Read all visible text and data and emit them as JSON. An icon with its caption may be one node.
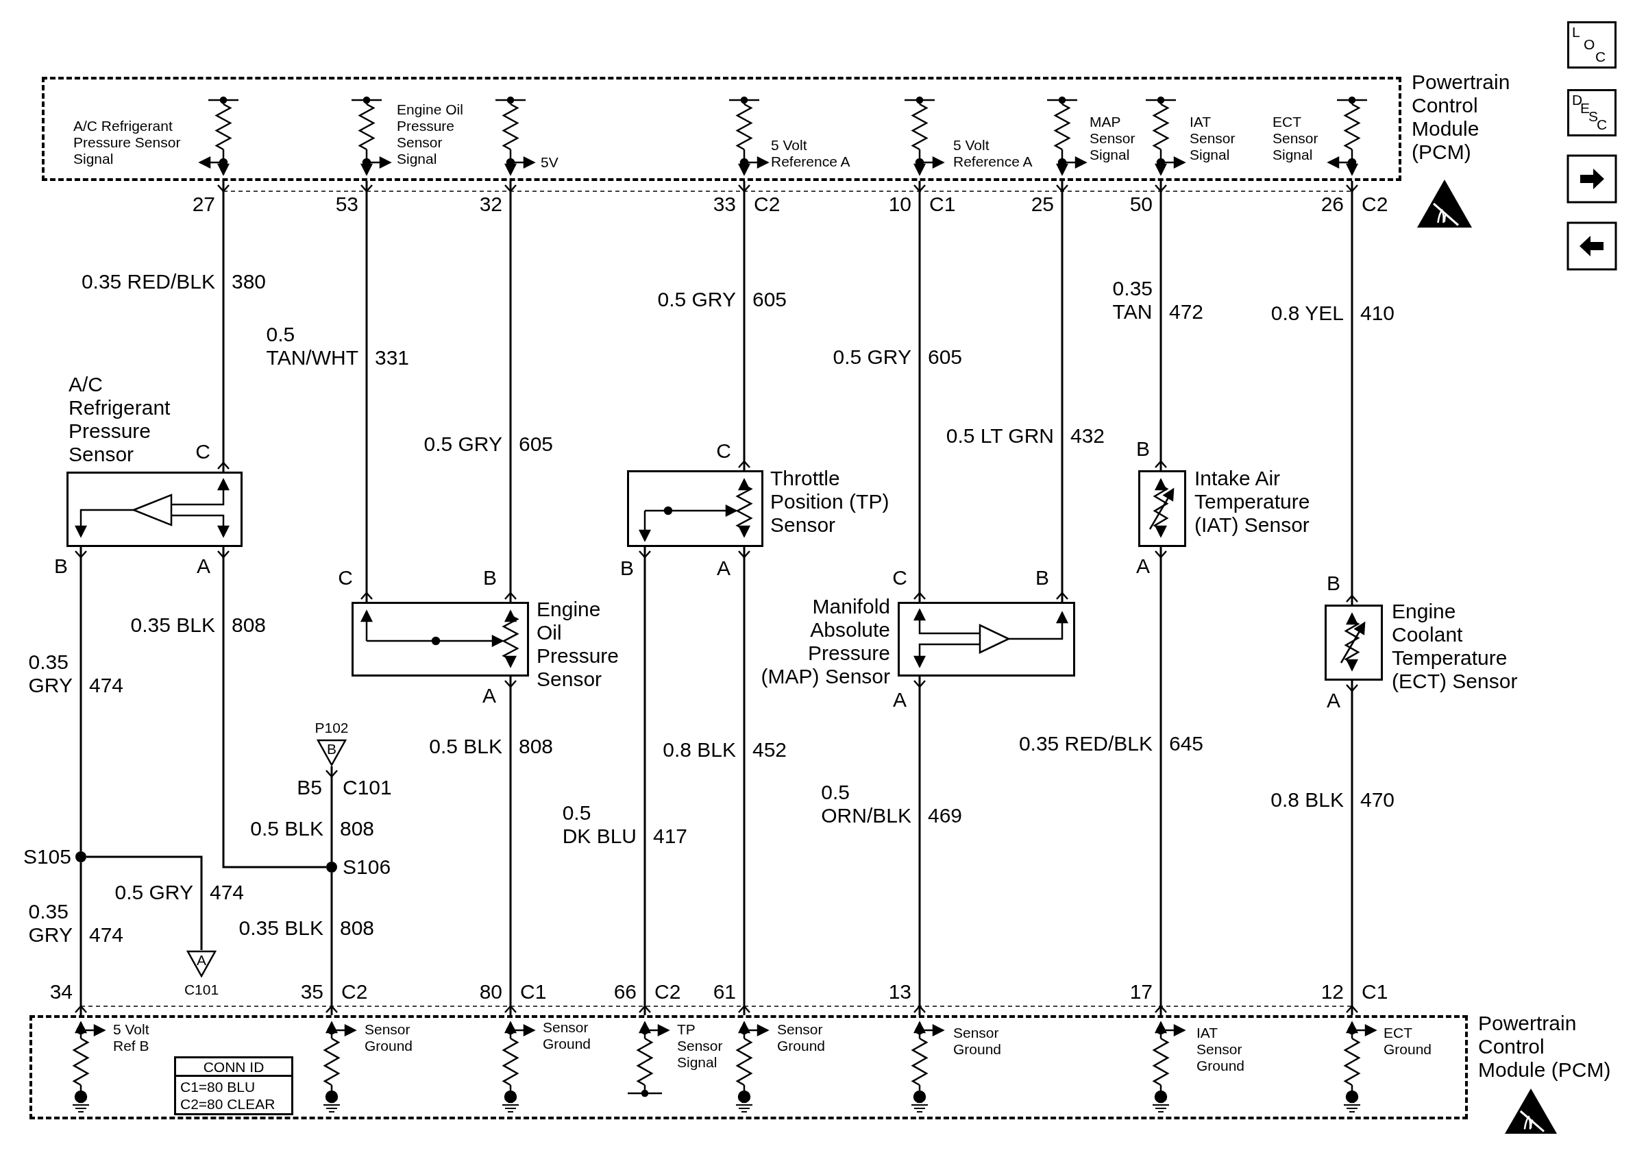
{
  "diagram": {
    "nodes": [
      {
        "text": [
          "Powertrain Control Module (PCM)"
        ]
      },
      {
        "text": [
          "A/C Refrigerant Pressure Sensor"
        ]
      },
      {
        "text": [
          "Engine Oil Pressure Sensor"
        ]
      },
      {
        "text": [
          "Throttle Position (TP) Sensor"
        ]
      },
      {
        "text": [
          "Manifold Absolute Pressure (MAP) Sensor"
        ]
      },
      {
        "text": [
          "Intake Air Temperature (IAT) Sensor"
        ]
      },
      {
        "text": [
          "Engine Coolant Temperature (ECT) Sensor"
        ]
      },
      {
        "text": [
          "Powertrain Control Module (PCM)"
        ]
      },
      {
        "text": [
          "CONN ID",
          "C1=80 BLU",
          "C2=80 CLEAR"
        ],
        "in": 7
      },
      {
        "text": [],
        "shape": "circle",
        "beside": [
          "S105"
        ]
      },
      {
        "text": [],
        "shape": "circle",
        "beside": [
          "S106"
        ]
      },
      {
        "text": [
          "B"
        ],
        "beside": [
          "P102"
        ]
      },
      {
        "text": [
          "A"
        ],
        "beside": [
          "C101"
        ]
      }
    ],
    "edges": [
      {
        "from": 0,
        "to": 1,
        "arrow": "other",
        "label": "0.35 RED/BLK 380"
      },
      {
        "from": 0,
        "to": 2,
        "arrow": "other",
        "label": "0.5 TAN/WHT 331"
      },
      {
        "from": 0,
        "to": 2,
        "arrow": "other",
        "label": "0.5 GRY 605"
      },
      {
        "from": 0,
        "to": 3,
        "arrow": "other",
        "label": "0.5 GRY 605"
      },
      {
        "from": 0,
        "to": 4,
        "arrow": "other",
        "label": "0.5 GRY 605"
      },
      {
        "from": 0,
        "to": 4,
        "arrow": "other",
        "label": "0.5 LT GRN 432"
      },
      {
        "from": 0,
        "to": 5,
        "arrow": "other",
        "label": "0.35 TAN 472"
      },
      {
        "from": 0,
        "to": 6,
        "arrow": "other",
        "label": "0.8 YEL 410"
      },
      {
        "from": 1,
        "to": 9,
        "arrow": "other",
        "label": "0.35 GRY 474"
      },
      {
        "from": 9,
        "to": 7,
        "arrow": "other",
        "label": "0.35 GRY 474"
      },
      {
        "from": 9,
        "to": 12,
        "arrow": "none",
        "label": "0.5 GRY 474"
      },
      {
        "from": 1,
        "to": 10,
        "arrow": "other",
        "label": "0.35 BLK 808"
      },
      {
        "from": 11,
        "to": 10,
        "arrow": "other",
        "label": "0.5 BLK 808"
      },
      {
        "from": 10,
        "to": 7,
        "arrow": "other",
        "label": "0.35 BLK 808"
      },
      {
        "from": 2,
        "to": 7,
        "arrow": "other",
        "label": "0.5 BLK 808"
      },
      {
        "from": 3,
        "to": 7,
        "arrow": "other",
        "label": "0.5 DK BLU 417"
      },
      {
        "from": 3,
        "to": 7,
        "arrow": "other",
        "label": "0.8 BLK 452"
      },
      {
        "from": 4,
        "to": 7,
        "arrow": "other",
        "label": "0.5 ORN/BLK 469"
      },
      {
        "from": 5,
        "to": 7,
        "arrow": "other",
        "label": "0.35 RED/BLK 645"
      },
      {
        "from": 6,
        "to": 7,
        "arrow": "other",
        "label": "0.8 BLK 470"
      }
    ],
    "labels": [
      "LOC",
      "DESC",
      "A/C Refrigerant Pressure Sensor Signal",
      "Engine Oil Pressure Sensor Signal",
      "5V",
      "5 Volt Reference A",
      "5 Volt Reference A",
      "MAP Sensor Signal",
      "IAT Sensor Signal",
      "ECT Sensor Signal",
      "27",
      "53",
      "32",
      "33",
      "C2",
      "10",
      "C1",
      "25",
      "50",
      "26",
      "C2",
      "C",
      "B",
      "A",
      "C",
      "B",
      "A",
      "C",
      "B",
      "A",
      "C",
      "B",
      "A",
      "B",
      "A",
      "B",
      "A",
      "B5",
      "C101",
      "34",
      "35",
      "C2",
      "80",
      "C1",
      "66",
      "C2",
      "61",
      "13",
      "17",
      "12",
      "C1",
      "5 Volt Ref B",
      "Sensor Ground",
      "Sensor Ground",
      "TP Sensor Signal",
      "Sensor Ground",
      "Sensor Ground",
      "IAT Sensor Ground",
      "ECT Ground"
    ]
  }
}
